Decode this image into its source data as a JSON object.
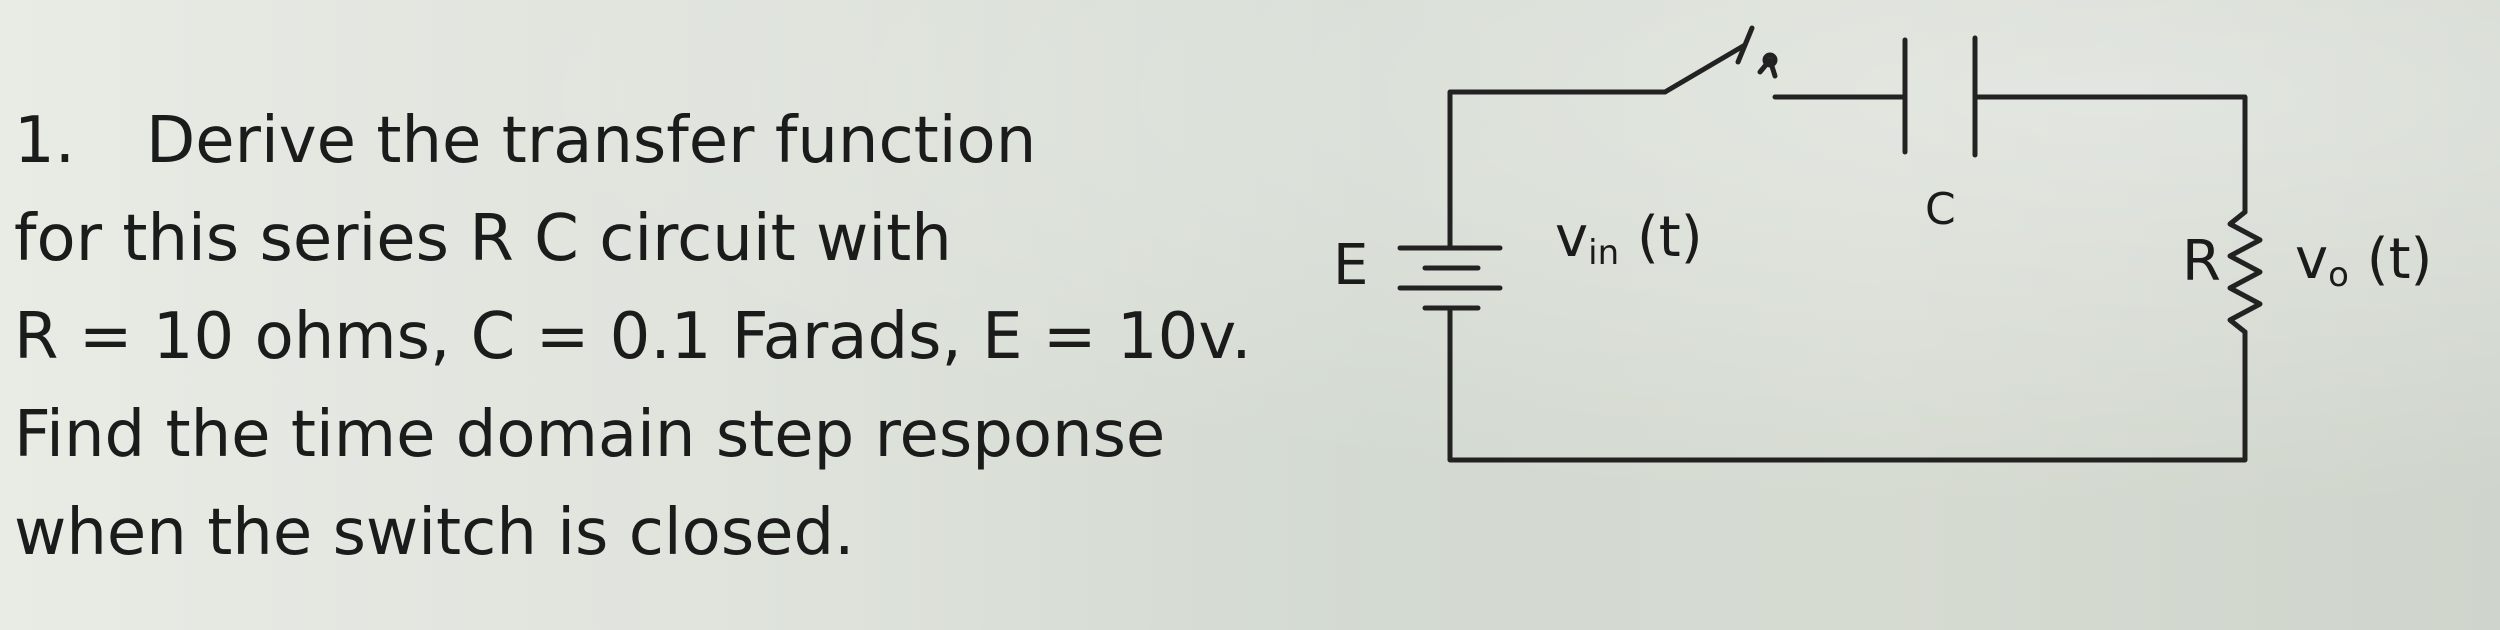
{
  "problem": {
    "number": "1.",
    "lines": [
      "Derive the transfer function",
      "for this series R C circuit with",
      "R = 10 ohms, C = 0.1 Farads, E = 10v.",
      "Find the time domain step response",
      "when the switch is closed."
    ]
  },
  "circuit": {
    "source_label": "E",
    "vin": {
      "symbol": "v",
      "subscript": "in",
      "suffix": " (t)"
    },
    "capacitor_label": "C",
    "resistor_label": "R",
    "vo": {
      "symbol": "v",
      "subscript": "o",
      "suffix": " (t)"
    }
  },
  "colors": {
    "ink": "#1b1b1b",
    "wire": "#222222"
  }
}
